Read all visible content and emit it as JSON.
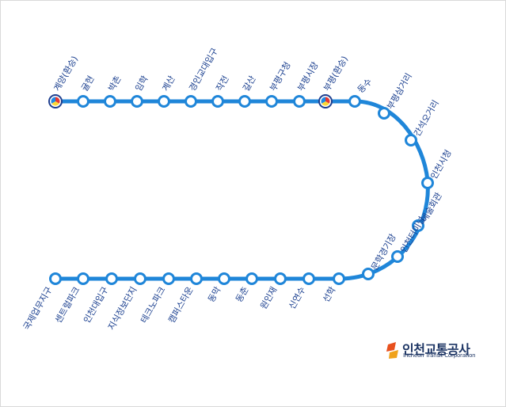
{
  "line_color": "#1f86d9",
  "label_color": "#1a3f8f",
  "transfer_icon": "taeguk-transfer-icon",
  "stations": [
    {
      "name": "계양(환승)",
      "transfer": true
    },
    {
      "name": "귤현",
      "transfer": false
    },
    {
      "name": "박촌",
      "transfer": false
    },
    {
      "name": "임학",
      "transfer": false
    },
    {
      "name": "계산",
      "transfer": false
    },
    {
      "name": "경인교대입구",
      "transfer": false
    },
    {
      "name": "작전",
      "transfer": false
    },
    {
      "name": "갈산",
      "transfer": false
    },
    {
      "name": "부평구청",
      "transfer": false
    },
    {
      "name": "부평시장",
      "transfer": false
    },
    {
      "name": "부평(환승)",
      "transfer": true
    },
    {
      "name": "동수",
      "transfer": false
    },
    {
      "name": "부평삼거리",
      "transfer": false
    },
    {
      "name": "간석오거리",
      "transfer": false
    },
    {
      "name": "인천시청",
      "transfer": false
    },
    {
      "name": "예술회관",
      "transfer": false
    },
    {
      "name": "인천터미널",
      "transfer": false
    },
    {
      "name": "문학경기장",
      "transfer": false
    },
    {
      "name": "선학",
      "transfer": false
    },
    {
      "name": "신연수",
      "transfer": false
    },
    {
      "name": "원인재",
      "transfer": false
    },
    {
      "name": "동춘",
      "transfer": false
    },
    {
      "name": "동막",
      "transfer": false
    },
    {
      "name": "캠퍼스타운",
      "transfer": false
    },
    {
      "name": "테크노파크",
      "transfer": false
    },
    {
      "name": "지식정보단지",
      "transfer": false
    },
    {
      "name": "인천대입구",
      "transfer": false
    },
    {
      "name": "센트럴파크",
      "transfer": false
    },
    {
      "name": "국제업무지구",
      "transfer": false
    }
  ],
  "logo": {
    "name": "인천교통공사",
    "name_en": "Incheon Transit Corporation"
  }
}
